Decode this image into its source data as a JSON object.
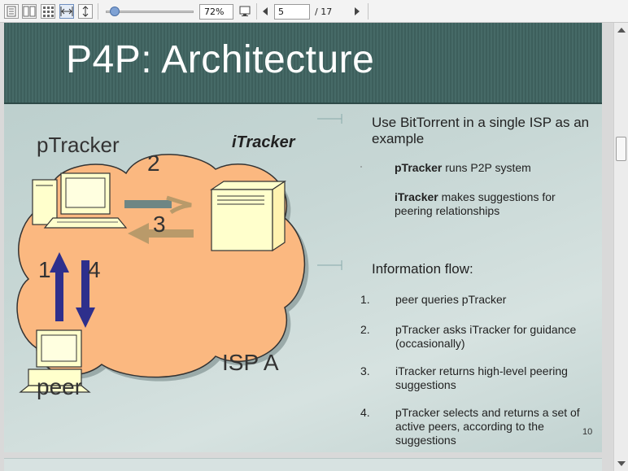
{
  "toolbar": {
    "zoom": "72%",
    "page_current": "5",
    "page_total": "/ 17"
  },
  "slide": {
    "title": "P4P: Architecture",
    "diagram": {
      "ptracker_label": "pTracker",
      "itracker_label": "iTracker",
      "peer_label": "peer",
      "isp_label": "ISP A",
      "step_1": "1",
      "step_2": "2",
      "step_3": "3",
      "step_4": "4"
    },
    "bullets": {
      "intro": "Use BitTorrent in a single ISP as an example",
      "ptracker_bold": "pTracker",
      "ptracker_rest": " runs P2P system",
      "itracker_bold": "iTracker",
      "itracker_rest": " makes suggestions for peering relationships",
      "flow_heading": "Information flow:",
      "flow_items": [
        {
          "num": "1.",
          "text": "peer queries pTracker"
        },
        {
          "num": "2.",
          "text": "pTracker asks iTracker for guidance (occasionally)"
        },
        {
          "num": "3.",
          "text": "iTracker returns high-level peering suggestions"
        },
        {
          "num": "4.",
          "text": "pTracker selects and returns a set of active peers, according to the suggestions"
        }
      ]
    },
    "page_number": "10"
  },
  "colors": {
    "cloud": "#fbb880",
    "arrow_blue": "#2e2f8c",
    "arrow_tan": "#b99a6a",
    "arrow_gray": "#6f8684",
    "title_band": "#446764"
  }
}
